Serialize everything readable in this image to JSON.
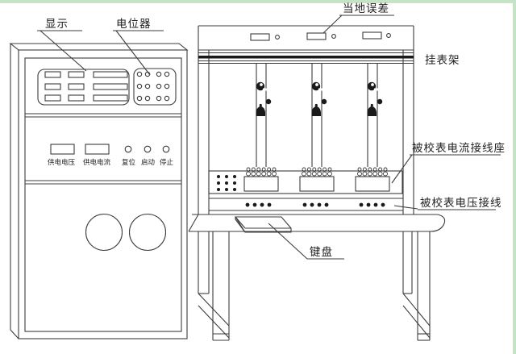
{
  "figure": {
    "title_implicit": "电能表校验装置示意图",
    "labels": {
      "display": "显示",
      "potentiometer": "电位器",
      "local_error": "当地误差",
      "meter_rack": "挂表架",
      "current_terminal_block": "被校表电流接线座",
      "voltage_wiring": "被校表电压接线",
      "keyboard": "键盘",
      "supply_voltage": "供电电压",
      "supply_current": "供电电流",
      "reset": "复位",
      "start": "启动",
      "stop": "停止"
    },
    "colors": {
      "line": "#3c3c3c",
      "border_green": "#c6e3c6",
      "background": "#ffffff"
    }
  }
}
